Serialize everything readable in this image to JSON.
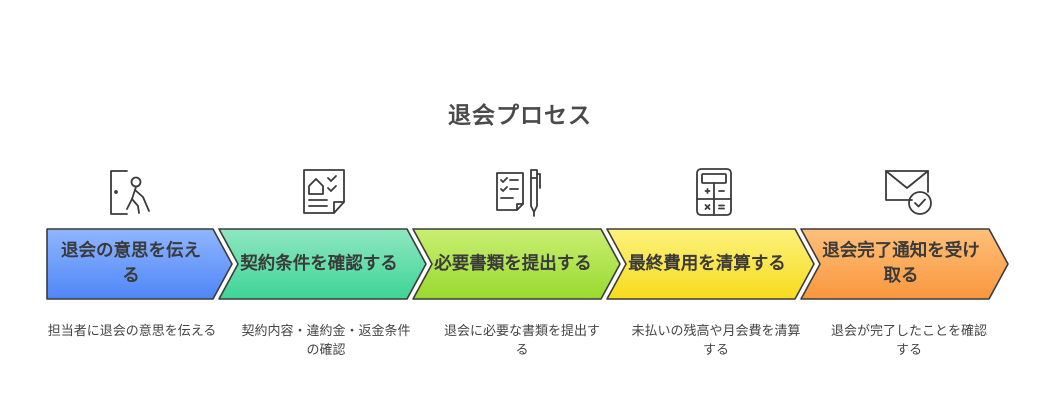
{
  "diagram": {
    "title": "退会プロセス",
    "steps": [
      {
        "label": "退会の意思を伝える",
        "description": "担当者に退会の意思を伝える",
        "icon": "person-leaving-door-icon",
        "color_top": "#8fb6ff",
        "color_bottom": "#4f86f7"
      },
      {
        "label": "契約条件を確認する",
        "description": "契約内容・違約金・返金条件の確認",
        "icon": "contract-document-icon",
        "color_top": "#8fe7c0",
        "color_bottom": "#3ed497"
      },
      {
        "label": "必要書類を提出する",
        "description": "退会に必要な書類を提出する",
        "icon": "checklist-pen-icon",
        "color_top": "#c9ef72",
        "color_bottom": "#99d92f"
      },
      {
        "label": "最終費用を清算する",
        "description": "未払いの残高や月会費を清算する",
        "icon": "calculator-icon",
        "color_top": "#fdf27e",
        "color_bottom": "#f7db1c"
      },
      {
        "label": "退会完了通知を受け取る",
        "description": "退会が完了したことを確認する",
        "icon": "envelope-check-icon",
        "color_top": "#ffc07a",
        "color_bottom": "#f8963d"
      }
    ]
  }
}
